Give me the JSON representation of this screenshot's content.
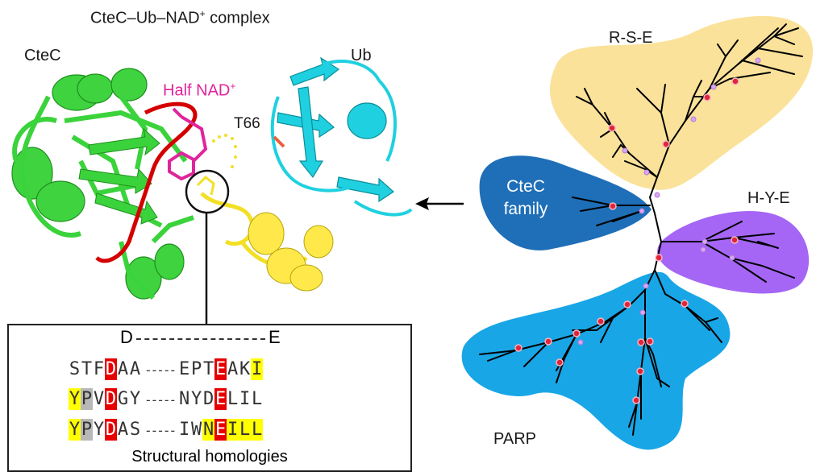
{
  "figure": {
    "title": "CteC–Ub–NAD",
    "title_sup": "+",
    "title_rest": " complex",
    "labels": {
      "ctec": "CteC",
      "ub": "Ub",
      "half_nad": "Half NAD",
      "half_nad_sup": "+",
      "t66": "T66"
    }
  },
  "tree": {
    "clades": [
      {
        "id": "rse",
        "label": "R-S-E",
        "color": "#fbe29a"
      },
      {
        "id": "hye",
        "label": "H-Y-E",
        "color": "#a566f5"
      },
      {
        "id": "ctec",
        "label": "CteC family",
        "color": "#1f6fb8"
      },
      {
        "id": "parp",
        "label": "PARP",
        "color": "#19a6e6"
      }
    ]
  },
  "alignment": {
    "caption": "Structural homologies",
    "marker_left": "D",
    "marker_right": "E",
    "gap": "-----",
    "rows": [
      {
        "left": [
          "S",
          "T",
          "F",
          "D",
          "A",
          "A"
        ],
        "right": [
          "E",
          "P",
          "T",
          "E",
          "A",
          "K",
          "I"
        ],
        "left_hl": [
          "",
          "",
          "",
          "red",
          "",
          ""
        ],
        "right_hl": [
          "",
          "",
          "",
          "red",
          "",
          "",
          "yel"
        ]
      },
      {
        "left": [
          "Y",
          "P",
          "V",
          "D",
          "G",
          "Y"
        ],
        "right": [
          "N",
          "Y",
          "D",
          "E",
          "L",
          "I",
          "L"
        ],
        "left_hl": [
          "yel",
          "gry",
          "",
          "red",
          "",
          ""
        ],
        "right_hl": [
          "",
          "",
          "",
          "red",
          "",
          "",
          ""
        ]
      },
      {
        "left": [
          "Y",
          "P",
          "Y",
          "D",
          "A",
          "S"
        ],
        "right": [
          "I",
          "W",
          "N",
          "E",
          "I",
          "L",
          "L"
        ],
        "left_hl": [
          "yel",
          "gry",
          "",
          "red",
          "",
          ""
        ],
        "right_hl": [
          "",
          "",
          "yel",
          "red",
          "yel",
          "yel",
          "yel"
        ]
      }
    ]
  },
  "colors": {
    "ctec_protein": "#33cc33",
    "ub_protein": "#00c8d8",
    "linker": "#ffe94a",
    "loop": "#d40000",
    "nad": "#e0259c"
  }
}
